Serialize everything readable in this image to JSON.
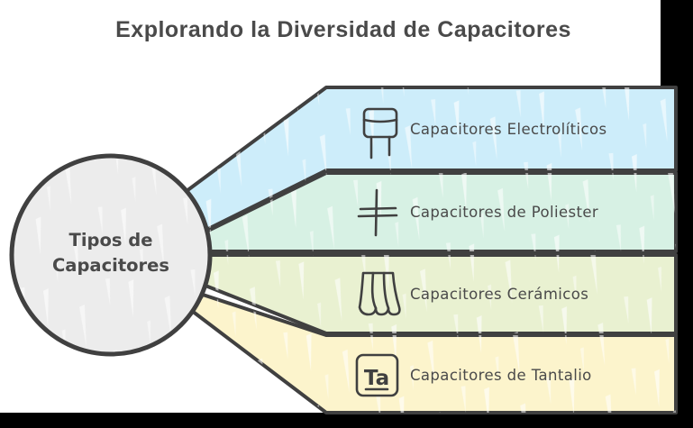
{
  "title": "Explorando la Diversidad de Capacitores",
  "center_node": {
    "line1": "Tipos de",
    "line2": "Capacitores",
    "fill": "#ececec"
  },
  "branches": [
    {
      "label": "Capacitores Electrolíticos",
      "icon": "electrolytic-capacitor-icon",
      "fill": "#cdedfa"
    },
    {
      "label": "Capacitores de Poliester",
      "icon": "polyester-capacitor-icon",
      "fill": "#d7f1e4"
    },
    {
      "label": "Capacitores Cerámicos",
      "icon": "ceramic-capacitor-icon",
      "fill": "#e9f1d1"
    },
    {
      "label": "Capacitores de Tantalio",
      "icon": "tantalum-capacitor-icon",
      "fill": "#fcf4cc",
      "symbol": "Ta"
    }
  ],
  "colors": {
    "outline": "#404040",
    "text": "#4a4a4a",
    "background": "#000000",
    "canvas": "#ffffff"
  }
}
